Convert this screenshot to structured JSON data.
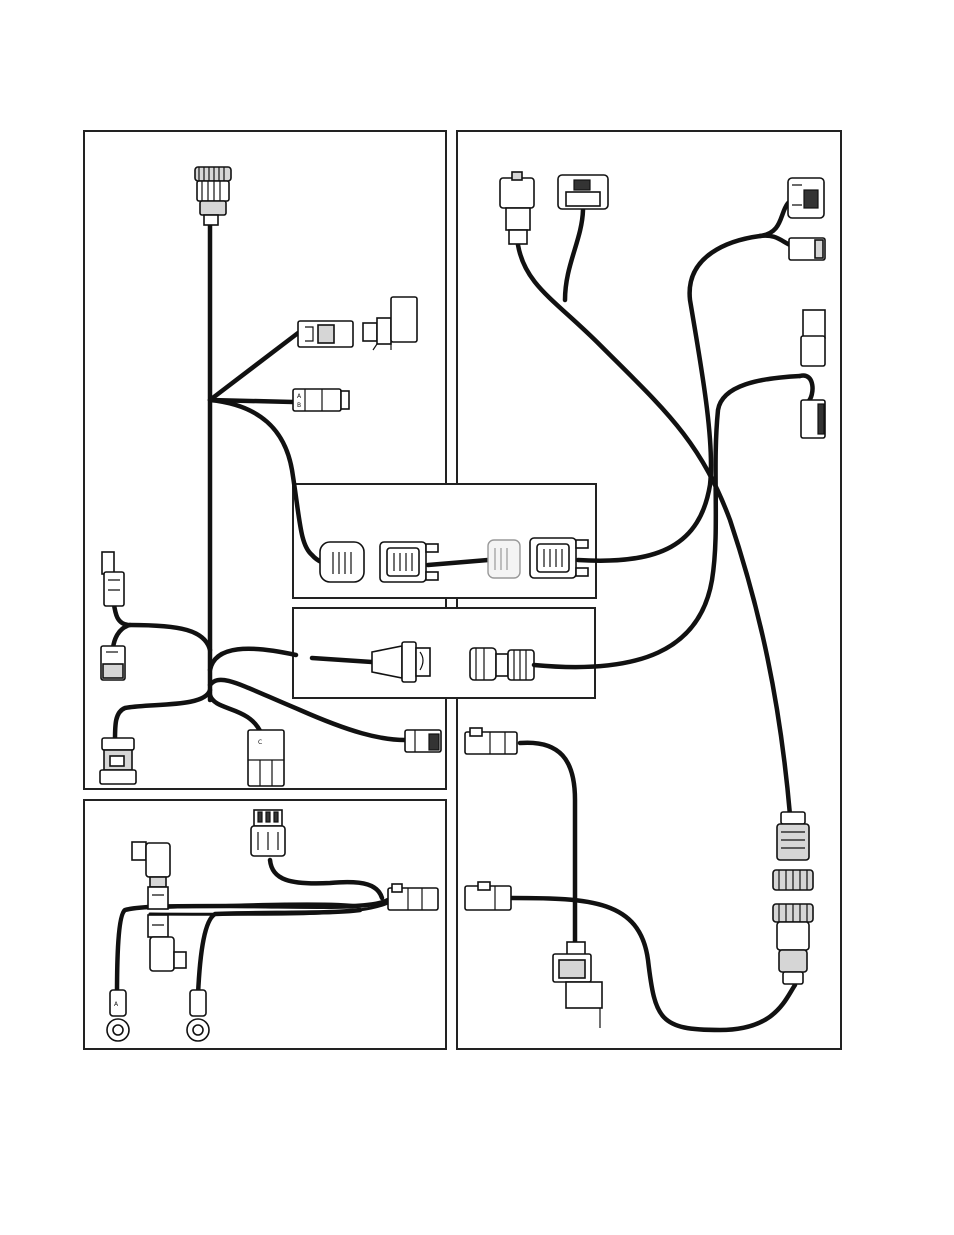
{
  "diagram": {
    "panels": [
      {
        "id": "main-harness"
      },
      {
        "id": "inline-adapter-1"
      },
      {
        "id": "inline-adapter-2"
      },
      {
        "id": "power-harness"
      },
      {
        "id": "extension-harness"
      }
    ],
    "connector_labels": {
      "small_pin_a": "A",
      "small_pin_b": "B",
      "small_pin_c": "C",
      "ring_a": "A"
    },
    "colors": {
      "wire": "#111111",
      "frame": "#222222",
      "connector_fill": "#ffffff",
      "connector_shade": "#d6d6d6"
    }
  }
}
